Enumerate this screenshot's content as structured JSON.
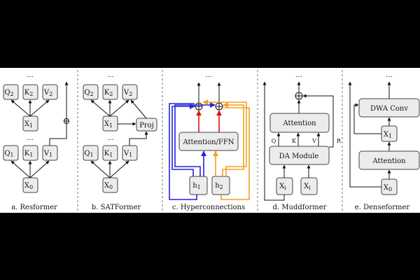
{
  "ellipsis": "...",
  "plus_symbol": "⊕",
  "panels": {
    "a": {
      "caption": "a. Resformer",
      "q2": "Q",
      "k2": "K",
      "v2": "V",
      "x1": "X",
      "q1": "Q",
      "k1": "K",
      "v1": "V",
      "x0": "X",
      "sub2": "2",
      "sub1": "1",
      "sub0": "0"
    },
    "b": {
      "caption": "b. SATFormer",
      "q2": "Q",
      "k2": "K",
      "v2": "V",
      "x1": "X",
      "proj": "Proj",
      "q1": "Q",
      "k1": "K",
      "v1": "V",
      "x0": "X",
      "sub2": "2",
      "sub1": "1",
      "sub0": "0"
    },
    "c": {
      "caption": "c. Hyperconnections",
      "block": "Attention/FFN",
      "h": "h",
      "sub1": "1",
      "sub2": "2"
    },
    "d": {
      "caption": "d. Muddformer",
      "attention": "Attention",
      "da_module": "DA Module",
      "q": "Q",
      "k": "K",
      "v": "V",
      "r": "R",
      "xi_left": "X",
      "xi_right": "X",
      "sub_i": "i"
    },
    "e": {
      "caption": "e. Denseformer",
      "dwa": "DWA Conv",
      "x1": "X",
      "attention": "Attention",
      "x0": "X",
      "sub1": "1",
      "sub0": "0"
    }
  }
}
